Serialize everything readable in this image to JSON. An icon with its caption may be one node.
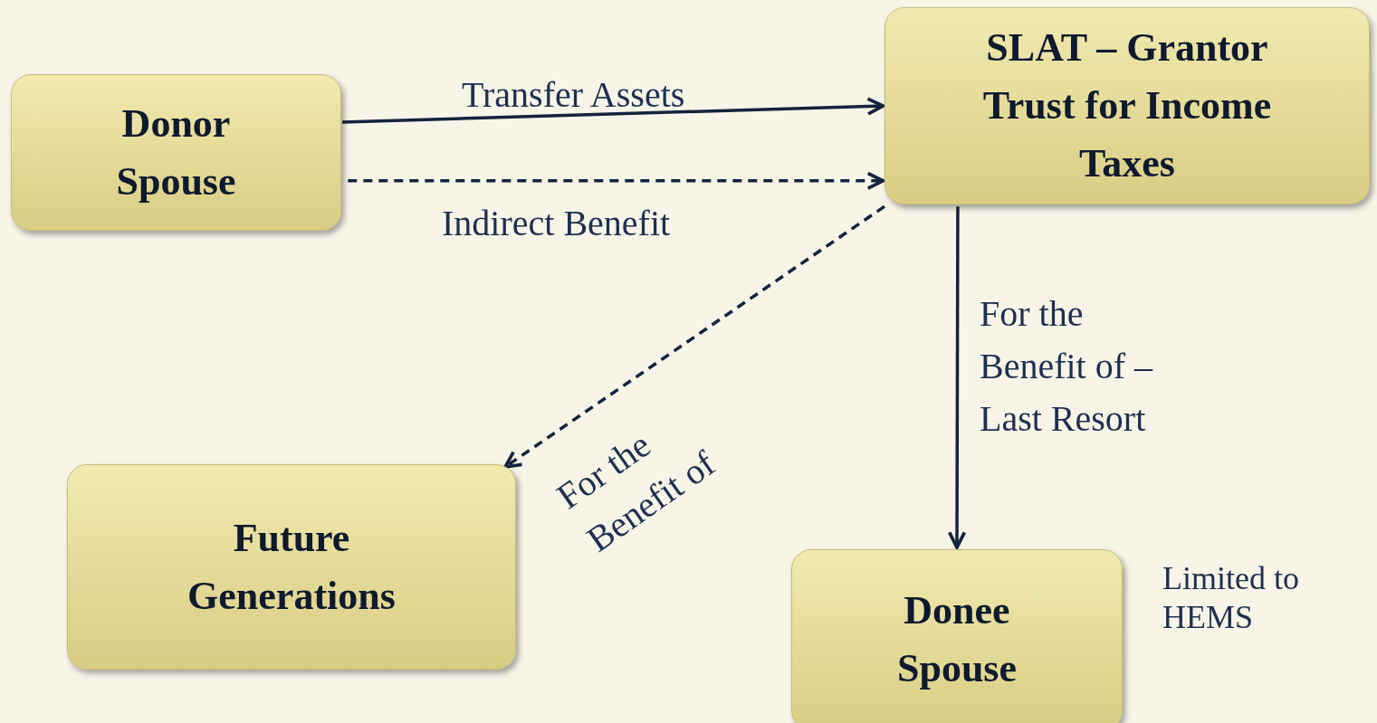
{
  "diagram": {
    "nodes": [
      {
        "text": [
          "Donor Spouse"
        ]
      },
      {
        "text": [
          "SLAT – Grantor Trust for Income Taxes"
        ]
      },
      {
        "text": [
          "Future Generations"
        ]
      },
      {
        "text": [
          "Donee Spouse"
        ],
        "beside": [
          "Limited to HEMS"
        ]
      }
    ],
    "edges": [
      {
        "from": 0,
        "to": 1,
        "arrow": "to",
        "label": "Transfer Assets"
      },
      {
        "from": 0,
        "to": 1,
        "arrow": "to",
        "label": "Indirect Benefit",
        "style": "dashed"
      },
      {
        "from": 1,
        "to": 2,
        "arrow": "to",
        "label": "For the Benefit of",
        "style": "dashed"
      },
      {
        "from": 1,
        "to": 3,
        "arrow": "to",
        "label": "For the Benefit of – Last Resort"
      }
    ]
  }
}
